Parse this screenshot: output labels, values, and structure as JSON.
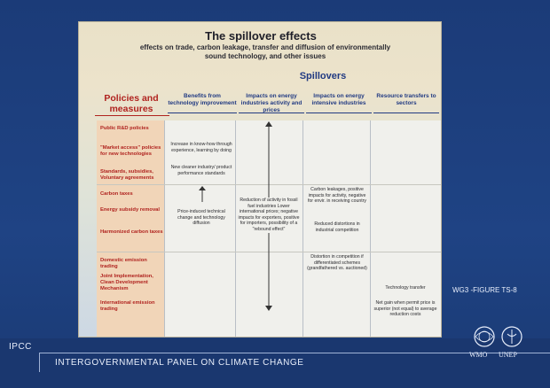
{
  "panel": {
    "title": "The spillover effects",
    "subtitle": "effects on trade, carbon leakage, transfer and diffusion of environmentally sound technology, and other issues",
    "spillovers_label": "Spillovers",
    "policies_header": "Policies and measures",
    "columns": [
      "Benefits from technology improvement",
      "Impacts on energy industries activity and prices",
      "Impacts on energy intensive industries",
      "Resource transfers to sectors"
    ],
    "policies": [
      "Public R&D policies",
      "\"Market access\" policies for new technologies",
      "Standards, subsidies, Voluntary agreements",
      "Carbon taxes",
      "Energy subsidy removal",
      "Harmonized carbon taxes",
      "Domestic emission trading",
      "Joint Implementation, Clean Development Mechanism",
      "International emission trading"
    ],
    "cells": {
      "tech_learning": "Increase in know-how through experience, learning by doing",
      "tech_standards": "New cleaner industry/ product performance standards",
      "tech_induced": "Price-induced technical change and technology diffusion",
      "energy_impacts": "Reduction of activity in fossil fuel industries Lower international prices; negative impacts for exporters, positive for importers, possibility of a \"rebound effect\"",
      "carbon_leakage": "Carbon leakages, positive impacts for activity, negative for envir. in receiving country",
      "reduced_distortions": "Reduced distortions in industrial competition",
      "distortion_competition": "Distortion in competition if differentiated schemes (grandfathered vs. auctioned)",
      "technology_transfer": "Technology transfer",
      "net_gain": "Net gain when permit price is superior (not equal) to average reduction costs"
    }
  },
  "figure_label": "WG3 -FIGURE TS-8",
  "footer": {
    "short": "IPCC",
    "full": "INTERGOVERNMENTAL PANEL ON CLIMATE CHANGE",
    "logo_wmo": "WMO",
    "logo_unep": "UNEP"
  },
  "colors": {
    "background": "#1d3f7e",
    "panel": "#ece3cb",
    "policy_text": "#b0231f",
    "column_text": "#213a82",
    "policy_column": "#f1d5b8"
  }
}
